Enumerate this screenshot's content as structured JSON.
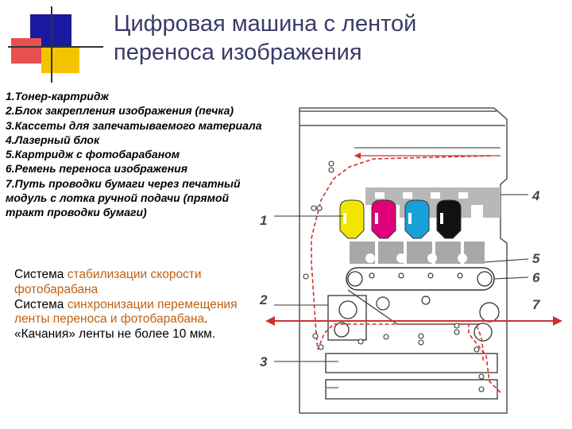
{
  "title": [
    "Цифровая машина с лентой",
    "переноса изображения"
  ],
  "legend": [
    "1.Тонер-картридж",
    "2.Блок закрепления изображения (печка)",
    "3.Кассеты для запечатываемого материала",
    "4.Лазерный блок",
    "5.Картридж с фотобарабаном",
    "6.Ремень переноса изображения",
    "7.Путь проводки бумаги через печатный",
    "модуль с лотка ручной подачи (прямой",
    "тракт проводки бумаги)"
  ],
  "notes": {
    "n1_plain": "Система ",
    "n1_hl": "стабилизации скорости фотобарабана",
    "n2_plain": "Система ",
    "n2_hl": "синхронизации перемещения ленты переноса и фотобарабана",
    "n2_end": ".",
    "n3": "«Качания» ленты не более 10 мкм."
  },
  "callouts": [
    "1",
    "2",
    "3",
    "4",
    "5",
    "6",
    "7"
  ],
  "colors": {
    "cartridges": [
      "#f2e600",
      "#e0007a",
      "#1aa0d8",
      "#111111"
    ],
    "paper_path": "#d03030",
    "title_text": "#3a3a6a",
    "highlight_text": "#c06010",
    "deco_blue": "#1a1aa0",
    "deco_red": "#e03030",
    "deco_yellow": "#f5c400"
  }
}
